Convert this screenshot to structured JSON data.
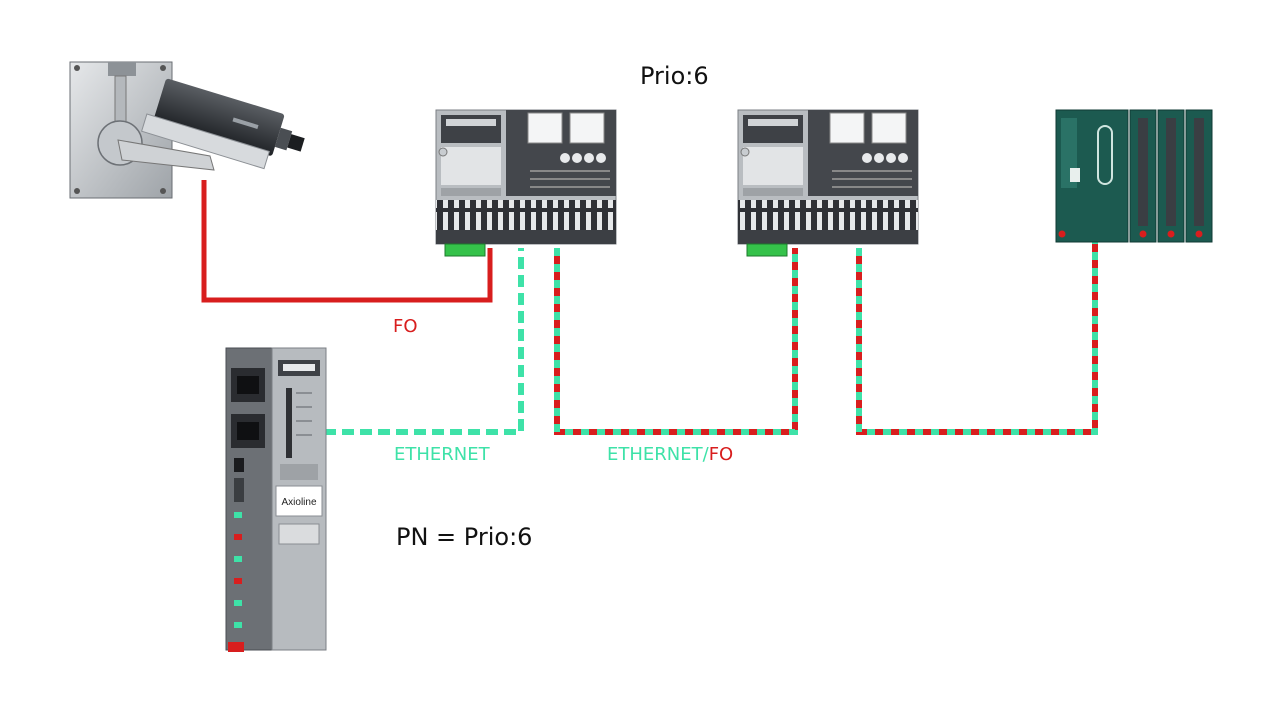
{
  "labels": {
    "prio": "Prio:6",
    "fo": "FO",
    "ethernet": "ETHERNET",
    "ethernet_fo_part1": "ETHERNET",
    "ethernet_fo_sep": "/",
    "ethernet_fo_part2": "FO",
    "pn": "PN = Prio:6"
  },
  "device_text": {
    "controller_brand": "Axioline"
  },
  "colors": {
    "fiber": "#d81e1e",
    "ethernet": "#3ee2a8",
    "text_dark": "#111111"
  },
  "devices": [
    "ip-camera",
    "managed-switch-1",
    "managed-switch-2",
    "io-station",
    "plc-controller"
  ]
}
